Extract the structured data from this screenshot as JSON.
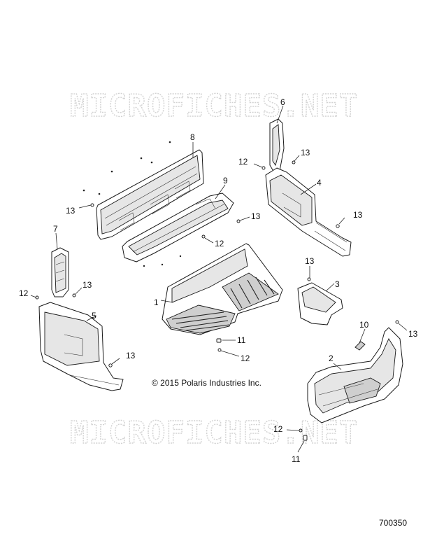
{
  "watermark": "MICROFICHES.NET",
  "copyright": "© 2015 Polaris Industries Inc.",
  "document_number": "700350",
  "callouts": {
    "c1": "1",
    "c2": "2",
    "c3": "3",
    "c4": "4",
    "c5": "5",
    "c6": "6",
    "c7": "7",
    "c8": "8",
    "c9": "9",
    "c10": "10",
    "c11a": "11",
    "c11b": "11",
    "c12a": "12",
    "c12b": "12",
    "c12c": "12",
    "c12d": "12",
    "c12e": "12",
    "c13a": "13",
    "c13b": "13",
    "c13c": "13",
    "c13d": "13",
    "c13e": "13",
    "c13f": "13",
    "c13g": "13",
    "c13h": "13"
  }
}
